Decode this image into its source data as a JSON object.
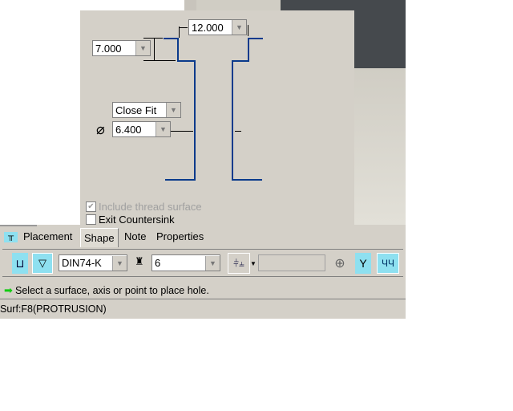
{
  "shape": {
    "diameter_countersink": "12.000",
    "countersink_depth": "7.000",
    "fit": "Close Fit",
    "hole_diameter": "6.400",
    "include_thread_surface": "Include thread surface",
    "include_thread_checked": true,
    "exit_countersink": "Exit Countersink",
    "exit_countersink_checked": false
  },
  "tabs": [
    {
      "label": "Placement"
    },
    {
      "label": "Shape"
    },
    {
      "label": "Note"
    },
    {
      "label": "Properties"
    }
  ],
  "toolbar": {
    "standard": "DIN74-K",
    "screw_size": "6",
    "depth_value": ""
  },
  "message": "Select a surface, axis or point to place hole.",
  "status": "Surf:F8(PROTRUSION)",
  "colors": {
    "panel": "#d4d0c8",
    "profile": "#0a3a8c",
    "dark": "#45494d"
  }
}
